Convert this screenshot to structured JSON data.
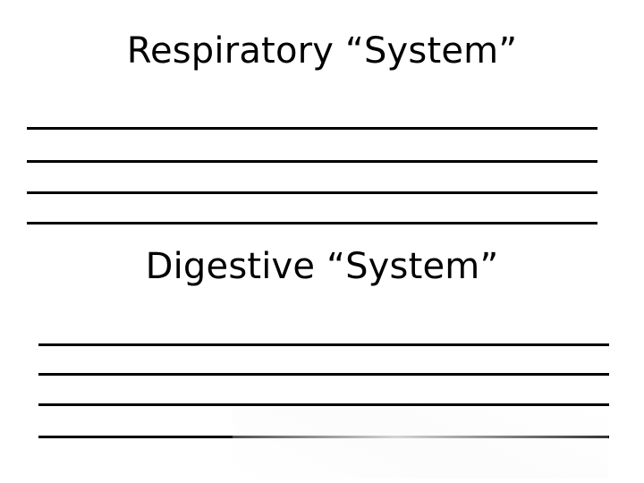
{
  "slide": {
    "background_color": "#ffffff",
    "text_color": "#000000",
    "sections": [
      {
        "heading": "Respiratory “System”",
        "answer_line_count": 4
      },
      {
        "heading": "Digestive “System”",
        "answer_line_count": 4
      }
    ]
  }
}
